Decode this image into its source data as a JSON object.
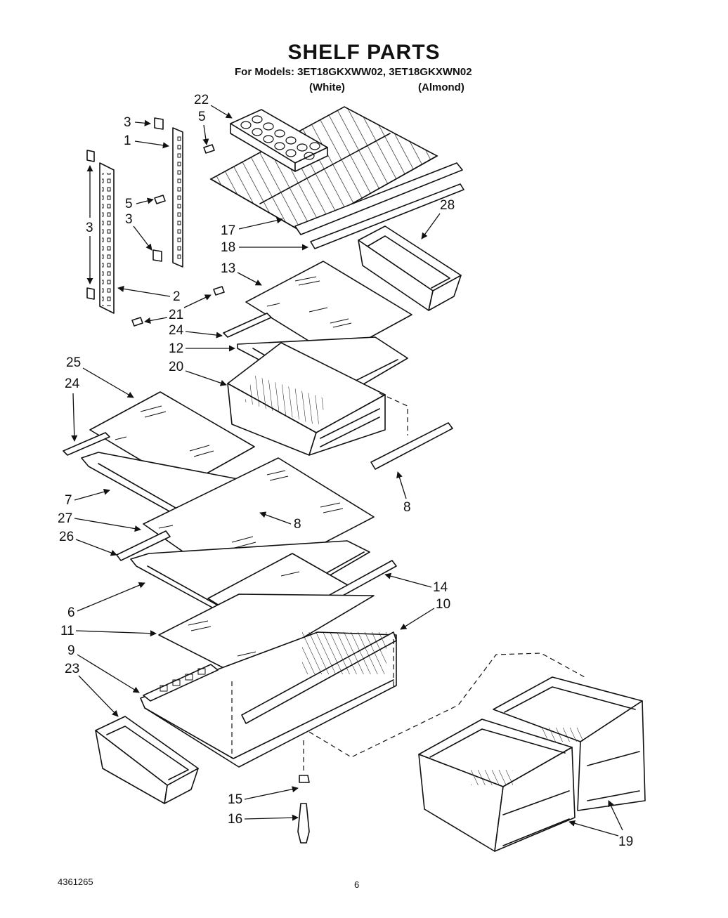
{
  "header": {
    "title": "SHELF PARTS",
    "models": "For Models: 3ET18GKXWW02, 3ET18GKXWN02",
    "variant_white": "(White)",
    "variant_almond": "(Almond)"
  },
  "footer": {
    "doc_number": "4361265",
    "page_number": "6"
  },
  "callouts": [
    "1",
    "2",
    "3",
    "3",
    "3",
    "5",
    "5",
    "6",
    "7",
    "8",
    "8",
    "9",
    "10",
    "11",
    "12",
    "13",
    "14",
    "15",
    "16",
    "17",
    "18",
    "19",
    "20",
    "21",
    "22",
    "23",
    "24",
    "24",
    "25",
    "26",
    "27",
    "28"
  ]
}
